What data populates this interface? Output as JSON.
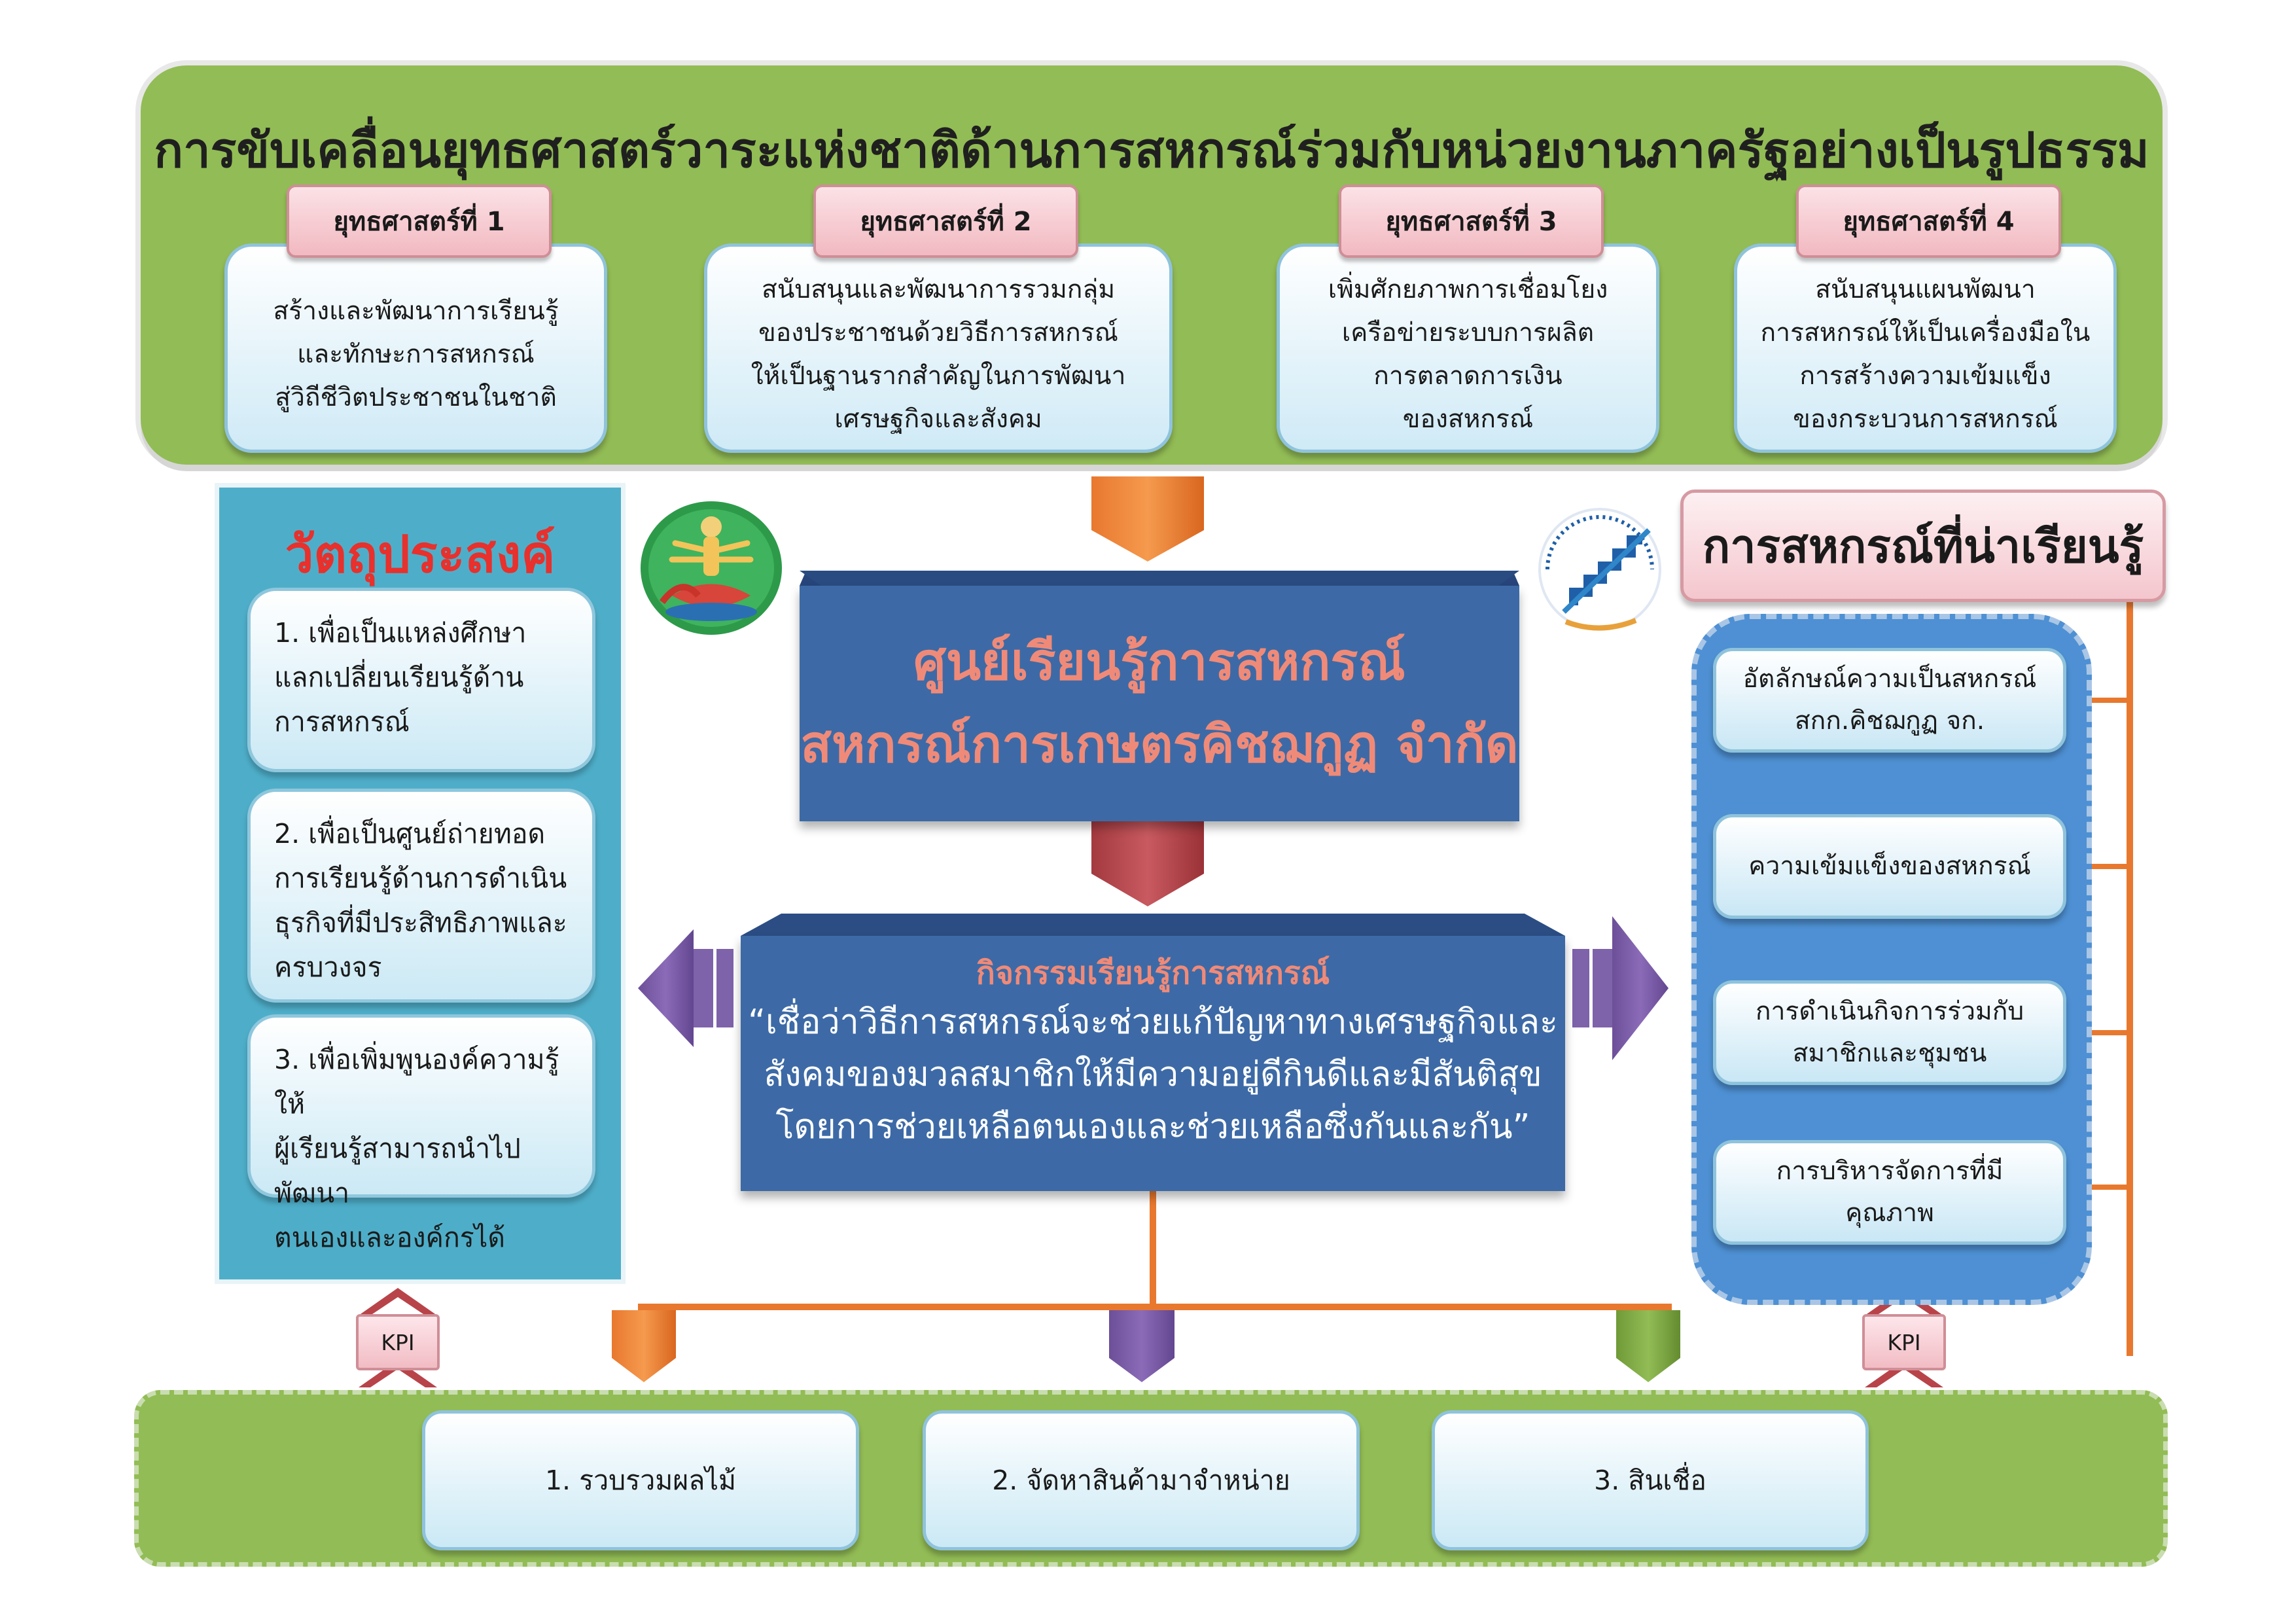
{
  "title": "การขับเคลื่อนยุทธศาสตร์วาระแห่งชาติด้านการสหกรณ์ร่วมกับหน่วยงานภาครัฐอย่างเป็นรูปธรรม",
  "strategies": [
    {
      "label": "ยุทธศาสตร์ที่ 1",
      "lines": [
        "สร้างและพัฒนาการเรียนรู้",
        "และทักษะการสหกรณ์",
        "สู่วิถีชีวิตประชาชนในชาติ"
      ]
    },
    {
      "label": "ยุทธศาสตร์ที่ 2",
      "lines": [
        "สนับสนุนและพัฒนาการรวมกลุ่ม",
        "ของประชาชนด้วยวิธีการสหกรณ์",
        "ให้เป็นฐานรากสำคัญในการพัฒนา",
        "เศรษฐกิจและสังคม"
      ]
    },
    {
      "label": "ยุทธศาสตร์ที่ 3",
      "lines": [
        "เพิ่มศักยภาพการเชื่อมโยง",
        "เครือข่ายระบบการผลิต",
        "การตลาดการเงิน",
        "ของสหกรณ์"
      ]
    },
    {
      "label": "ยุทธศาสตร์ที่ 4",
      "lines": [
        "สนับสนุนแผนพัฒนา",
        "การสหกรณ์ให้เป็นเครื่องมือใน",
        "การสร้างความเข้มแข็ง",
        "ของกระบวนการสหกรณ์"
      ]
    }
  ],
  "objectives": {
    "title": "วัตถุประสงค์",
    "items": [
      [
        "1. เพื่อเป็นแหล่งศึกษา",
        "แลกเปลี่ยนเรียนรู้ด้าน",
        "การสหกรณ์"
      ],
      [
        "2. เพื่อเป็นศูนย์ถ่ายทอด",
        "การเรียนรู้ด้านการดำเนิน",
        "ธุรกิจที่มีประสิทธิภาพและ",
        "ครบวงจร"
      ],
      [
        "3. เพื่อเพิ่มพูนองค์ความรู้ให้",
        "ผู้เรียนรู้สามารถนำไปพัฒนา",
        "ตนเองและองค์กรได้"
      ]
    ]
  },
  "center": {
    "line1": "ศูนย์เรียนรู้การสหกรณ์",
    "line2": "สหกรณ์การเกษตรคิชฌกูฏ จำกัด"
  },
  "activity": {
    "title": "กิจกรรมเรียนรู้การสหกรณ์",
    "lines": [
      "“เชื่อว่าวิธีการสหกรณ์จะช่วยแก้ปัญหาทางเศรษฐกิจและ",
      "สังคมของมวลสมาชิกให้มีความอยู่ดีกินดีและมีสันติสุข",
      "โดยการช่วยเหลือตนเองและช่วยเหลือซึ่งกันและกัน”"
    ]
  },
  "learning": {
    "title": "การสหกรณ์ที่น่าเรียนรู้",
    "items": [
      [
        "อัตลักษณ์ความเป็นสหกรณ์",
        "สกก.คิชฌกูฏ จก."
      ],
      [
        "ความเข้มแข็งของสหกรณ์"
      ],
      [
        "การดำเนินกิจการร่วมกับ",
        "สมาชิกและชุมชน"
      ],
      [
        "การบริหารจัดการที่มี",
        "คุณภาพ"
      ]
    ]
  },
  "activities": [
    "1. รวบรวมผลไม้",
    "2. จัดหาสินค้ามาจำหน่าย",
    "3. สินเชื่อ"
  ],
  "kpi_label": "KPI",
  "logos": {
    "left": "deity-emblem-icon",
    "right": "cooperative-stairs-logo-icon"
  },
  "colors": {
    "green": "#92bc55",
    "blue": "#3d6aa6",
    "orange": "#e8782e",
    "purple": "#7a5aa6",
    "red": "#b8444a"
  }
}
